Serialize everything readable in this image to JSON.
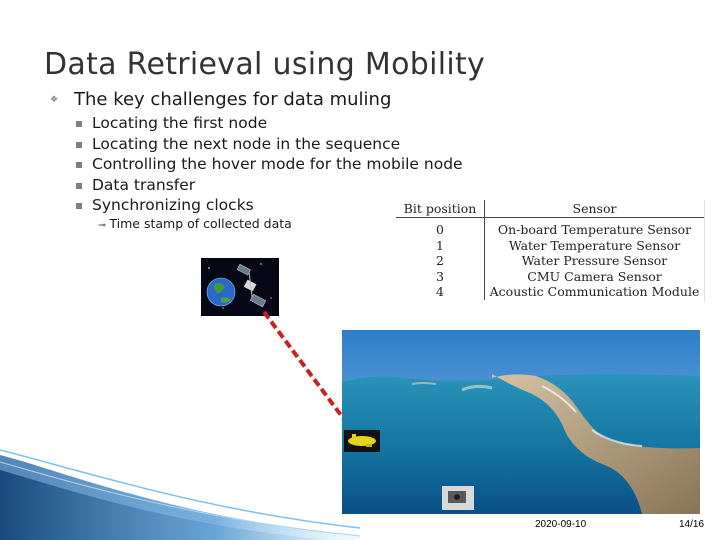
{
  "slide": {
    "title": "Data Retrieval using Mobility",
    "bullet": "The key challenges for data muling",
    "subitems": [
      "Locating the first node",
      "Locating the next node in the sequence",
      "Controlling the hover mode for the mobile node",
      "Data transfer",
      "Synchronizing clocks"
    ],
    "sub_sub_item": "Time stamp of collected data"
  },
  "sensor_table": {
    "headers": [
      "Bit position",
      "Sensor"
    ],
    "rows": [
      [
        "0",
        "On-board Temperature Sensor"
      ],
      [
        "1",
        "Water Temperature Sensor"
      ],
      [
        "2",
        "Water Pressure Sensor"
      ],
      [
        "3",
        "CMU Camera Sensor"
      ],
      [
        "4",
        "Acoustic Communication Module"
      ]
    ]
  },
  "footer": {
    "date": "2020-09-10",
    "page": "14/16"
  },
  "colors": {
    "accent_blue": "#1e73be",
    "link_dash": "#cc1f1f",
    "title": "#333333"
  }
}
